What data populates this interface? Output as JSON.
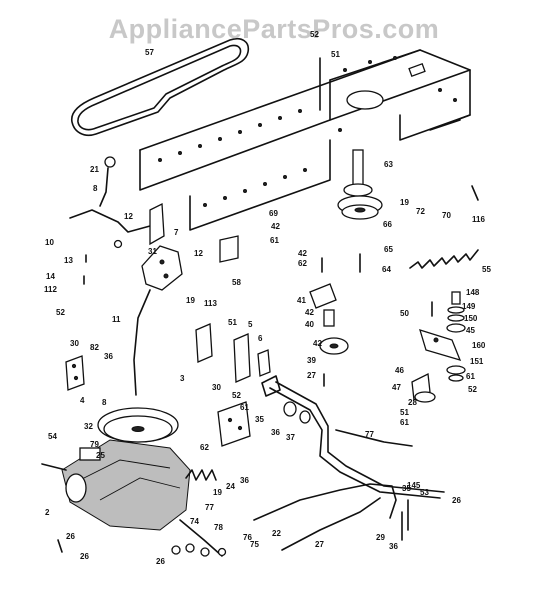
{
  "watermark": "AppliancePartsPros.com",
  "labels": [
    "57",
    "52",
    "51",
    "21",
    "8",
    "12",
    "10",
    "31",
    "7",
    "13",
    "14",
    "112",
    "12",
    "58",
    "63",
    "69",
    "42",
    "61",
    "66",
    "19",
    "72",
    "70",
    "116",
    "42",
    "65",
    "62",
    "64",
    "55",
    "52",
    "11",
    "19",
    "113",
    "51",
    "5",
    "6",
    "41",
    "42",
    "40",
    "50",
    "148",
    "149",
    "150",
    "45",
    "160",
    "151",
    "61",
    "52",
    "30",
    "82",
    "36",
    "42",
    "39",
    "27",
    "46",
    "47",
    "28",
    "51",
    "61",
    "4",
    "8",
    "3",
    "32",
    "30",
    "52",
    "61",
    "62",
    "35",
    "36",
    "37",
    "77",
    "54",
    "79",
    "25",
    "19",
    "24",
    "36",
    "145",
    "2",
    "77",
    "74",
    "78",
    "76",
    "75",
    "26",
    "29",
    "22",
    "27",
    "36",
    "35",
    "53",
    "26"
  ]
}
